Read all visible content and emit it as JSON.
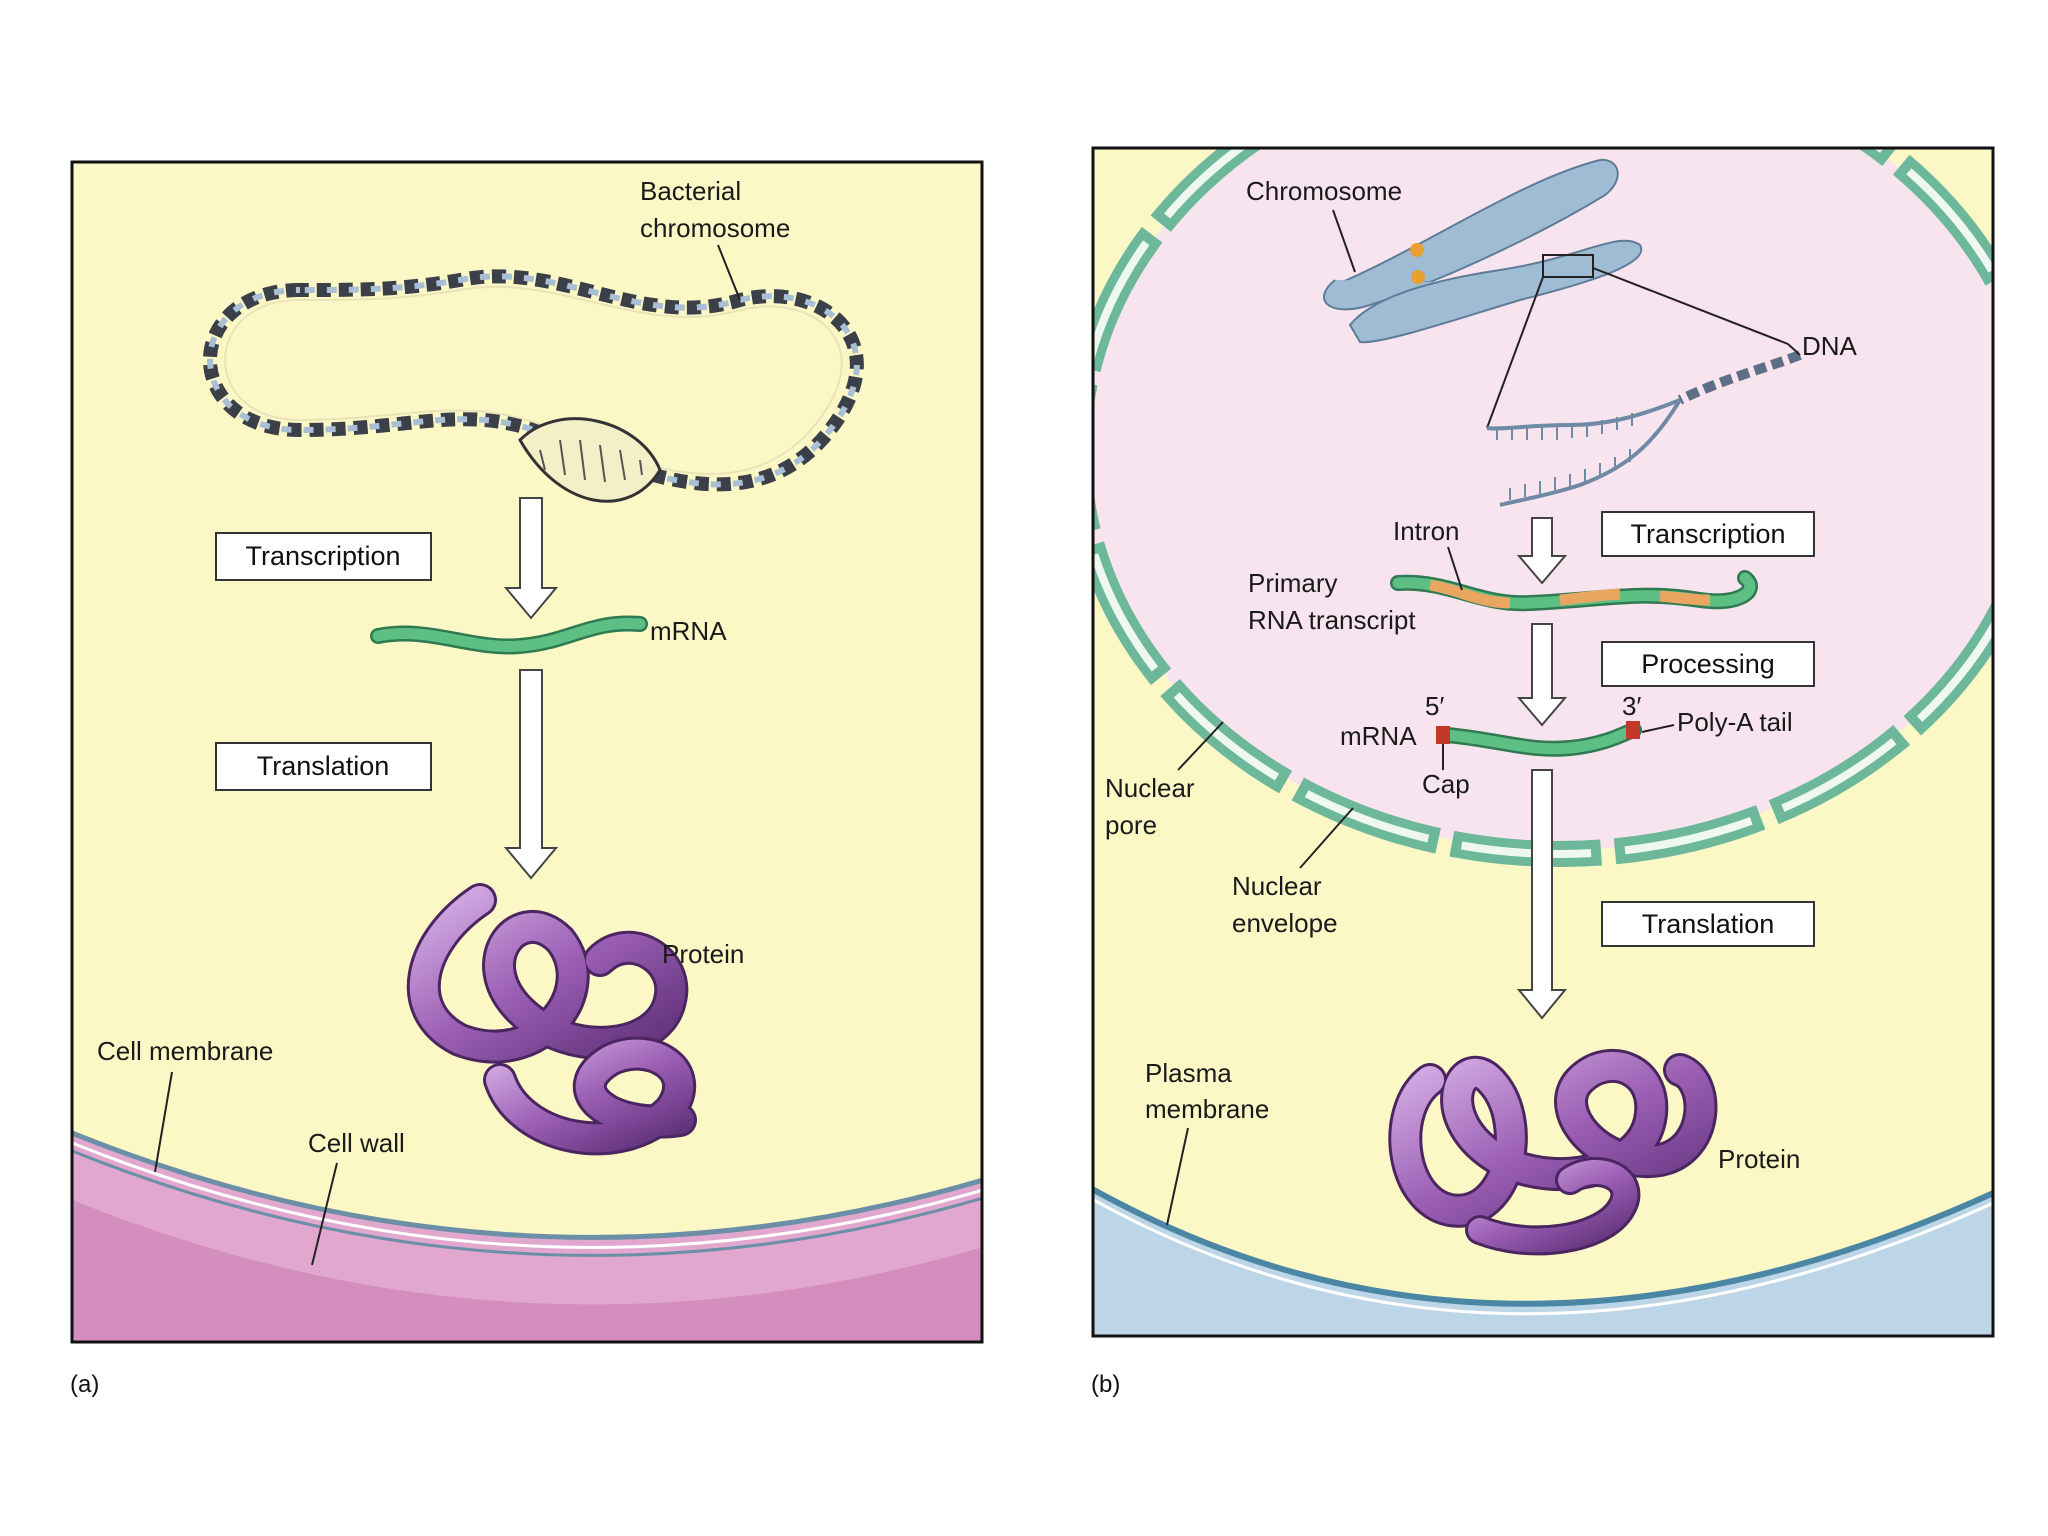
{
  "panel_a": {
    "caption": "(a)",
    "labels": {
      "bacterial_chromosome_line1": "Bacterial",
      "bacterial_chromosome_line2": "chromosome",
      "mrna": "mRNA",
      "protein": "Protein",
      "cell_membrane": "Cell membrane",
      "cell_wall": "Cell wall"
    },
    "steps": {
      "transcription": "Transcription",
      "translation": "Translation"
    }
  },
  "panel_b": {
    "caption": "(b)",
    "labels": {
      "chromosome": "Chromosome",
      "dna": "DNA",
      "intron": "Intron",
      "primary_line1": "Primary",
      "primary_line2": "RNA transcript",
      "five_prime": "5′",
      "three_prime": "3′",
      "mrna": "mRNA",
      "poly_a_tail": "Poly-A tail",
      "cap": "Cap",
      "nuclear_pore_line1": "Nuclear",
      "nuclear_pore_line2": "pore",
      "nuclear_envelope_line1": "Nuclear",
      "nuclear_envelope_line2": "envelope",
      "plasma_membrane_line1": "Plasma",
      "plasma_membrane_line2": "membrane",
      "protein": "Protein"
    },
    "steps": {
      "transcription": "Transcription",
      "processing": "Processing",
      "translation": "Translation"
    }
  },
  "colors": {
    "cytoplasm": "#fbf8c6",
    "cell_wall": "#e2a7cf",
    "nucleus": "#f8e4ee",
    "nuclear_envelope": "#6db89a",
    "mrna": "#5dbf84",
    "intron": "#e8a660",
    "protein": "#9b5fb4",
    "chromosome": "#9fbcd4",
    "dna": "#7a8fa8"
  }
}
